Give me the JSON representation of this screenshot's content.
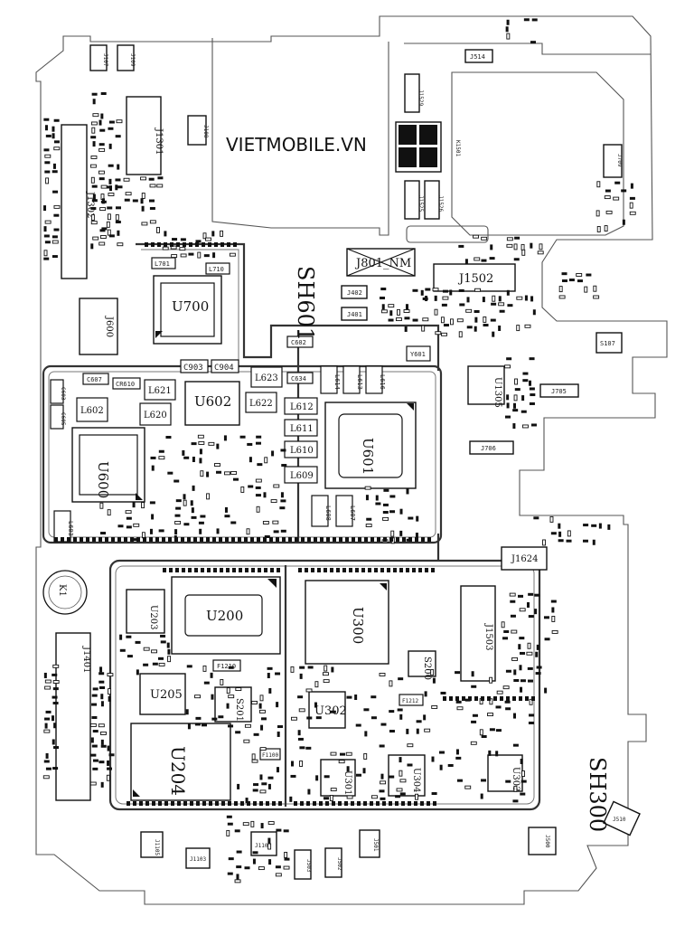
{
  "brand": "VIETMOBILE.VN",
  "shields": {
    "sh601": "SH601",
    "sh300": "SH300"
  },
  "chips": {
    "u700": "U700",
    "u602": "U602",
    "u600": "U600",
    "u601": "U601",
    "u200": "U200",
    "u203": "U203",
    "u205": "U205",
    "u204": "U204",
    "u300": "U300",
    "u302": "U302",
    "u301": "U301",
    "u304": "U304",
    "u303": "U303",
    "u1305": "U1305",
    "s201": "S201",
    "s200": "S200"
  },
  "connectors": {
    "j1301": "J1301",
    "j1302": "J1302",
    "j600": "J600",
    "j1401": "J1401",
    "j1502": "J1502",
    "j1503": "J1503",
    "j1624": "J1624",
    "j801": "J801_NM",
    "j402": "J402",
    "j401": "J401",
    "j705": "J705",
    "j706": "J706",
    "j514": "J514",
    "j1525": "J1525",
    "j1526": "J1526",
    "j1529": "J1529",
    "j500": "J500",
    "j501": "J501",
    "j503": "J503",
    "j502": "J502",
    "j1102": "J1102",
    "j1103": "J1103",
    "j1105": "J1105",
    "j107": "J107",
    "j109": "J109",
    "j108": "J108",
    "j510": "J510",
    "j709": "J709",
    "k1501": "K1501"
  },
  "passives": {
    "l701": "L701",
    "l710": "L710",
    "l621": "L621",
    "l602": "L602",
    "l620": "L620",
    "l623": "L623",
    "l622": "L622",
    "l612": "L612",
    "l611": "L611",
    "l610": "L610",
    "l609": "L609",
    "l608": "L608",
    "l607": "L607",
    "l603": "L603",
    "l614": "L614",
    "l613": "L613",
    "l616": "L616",
    "c903": "C903",
    "c904": "C904",
    "c602": "C602",
    "c634": "C634",
    "c607": "C607",
    "c605": "C605",
    "c603": "C603",
    "cr610": "CR610",
    "y601": "Y601",
    "f1210": "F1210",
    "f1212": "F1212",
    "f1100": "F1100",
    "s107": "S107",
    "k1": "K1"
  }
}
